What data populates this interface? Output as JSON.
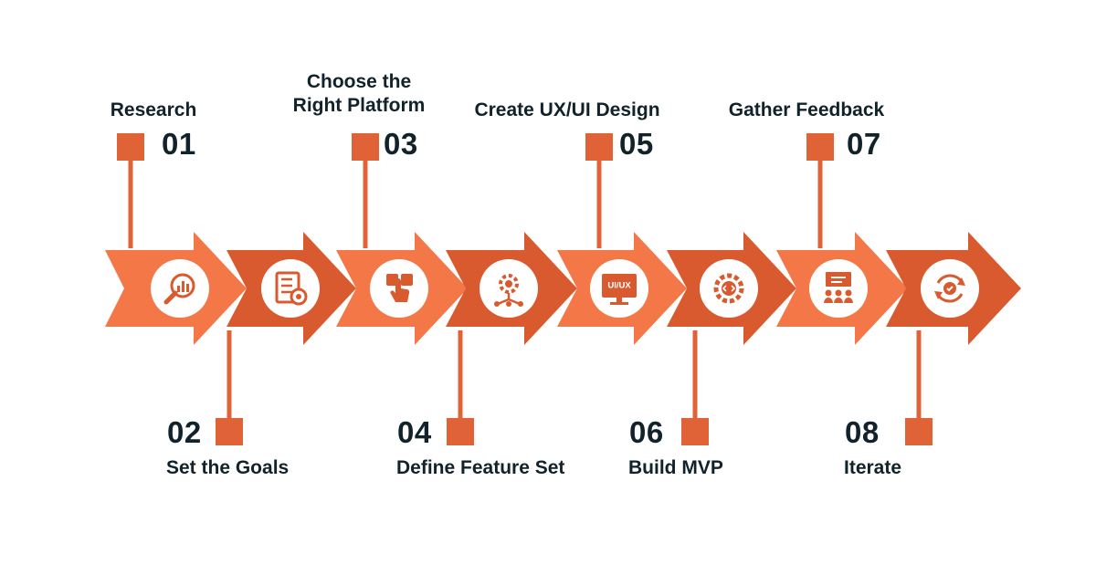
{
  "colors": {
    "arrow_dark": "#d95a2e",
    "arrow_light": "#f47847",
    "connector": "#e06338",
    "text": "#12222b",
    "icon_bg": "#ffffff"
  },
  "steps": [
    {
      "number": "01",
      "label": "Research",
      "icon": "magnifier-chart-icon"
    },
    {
      "number": "02",
      "label": "Set the Goals",
      "icon": "checklist-target-icon"
    },
    {
      "number": "03",
      "label": "Choose the Right Platform",
      "label_lines": [
        "Choose the",
        "Right Platform"
      ],
      "icon": "touch-screen-icon"
    },
    {
      "number": "04",
      "label": "Define Feature Set",
      "icon": "gear-network-icon"
    },
    {
      "number": "05",
      "label": "Create UX/UI Design",
      "icon": "monitor-uiux-icon",
      "icon_text": "UI/UX"
    },
    {
      "number": "06",
      "label": "Build MVP",
      "icon": "code-gear-icon"
    },
    {
      "number": "07",
      "label": "Gather Feedback",
      "icon": "presentation-audience-icon"
    },
    {
      "number": "08",
      "label": "Iterate",
      "icon": "cycle-check-icon"
    }
  ]
}
